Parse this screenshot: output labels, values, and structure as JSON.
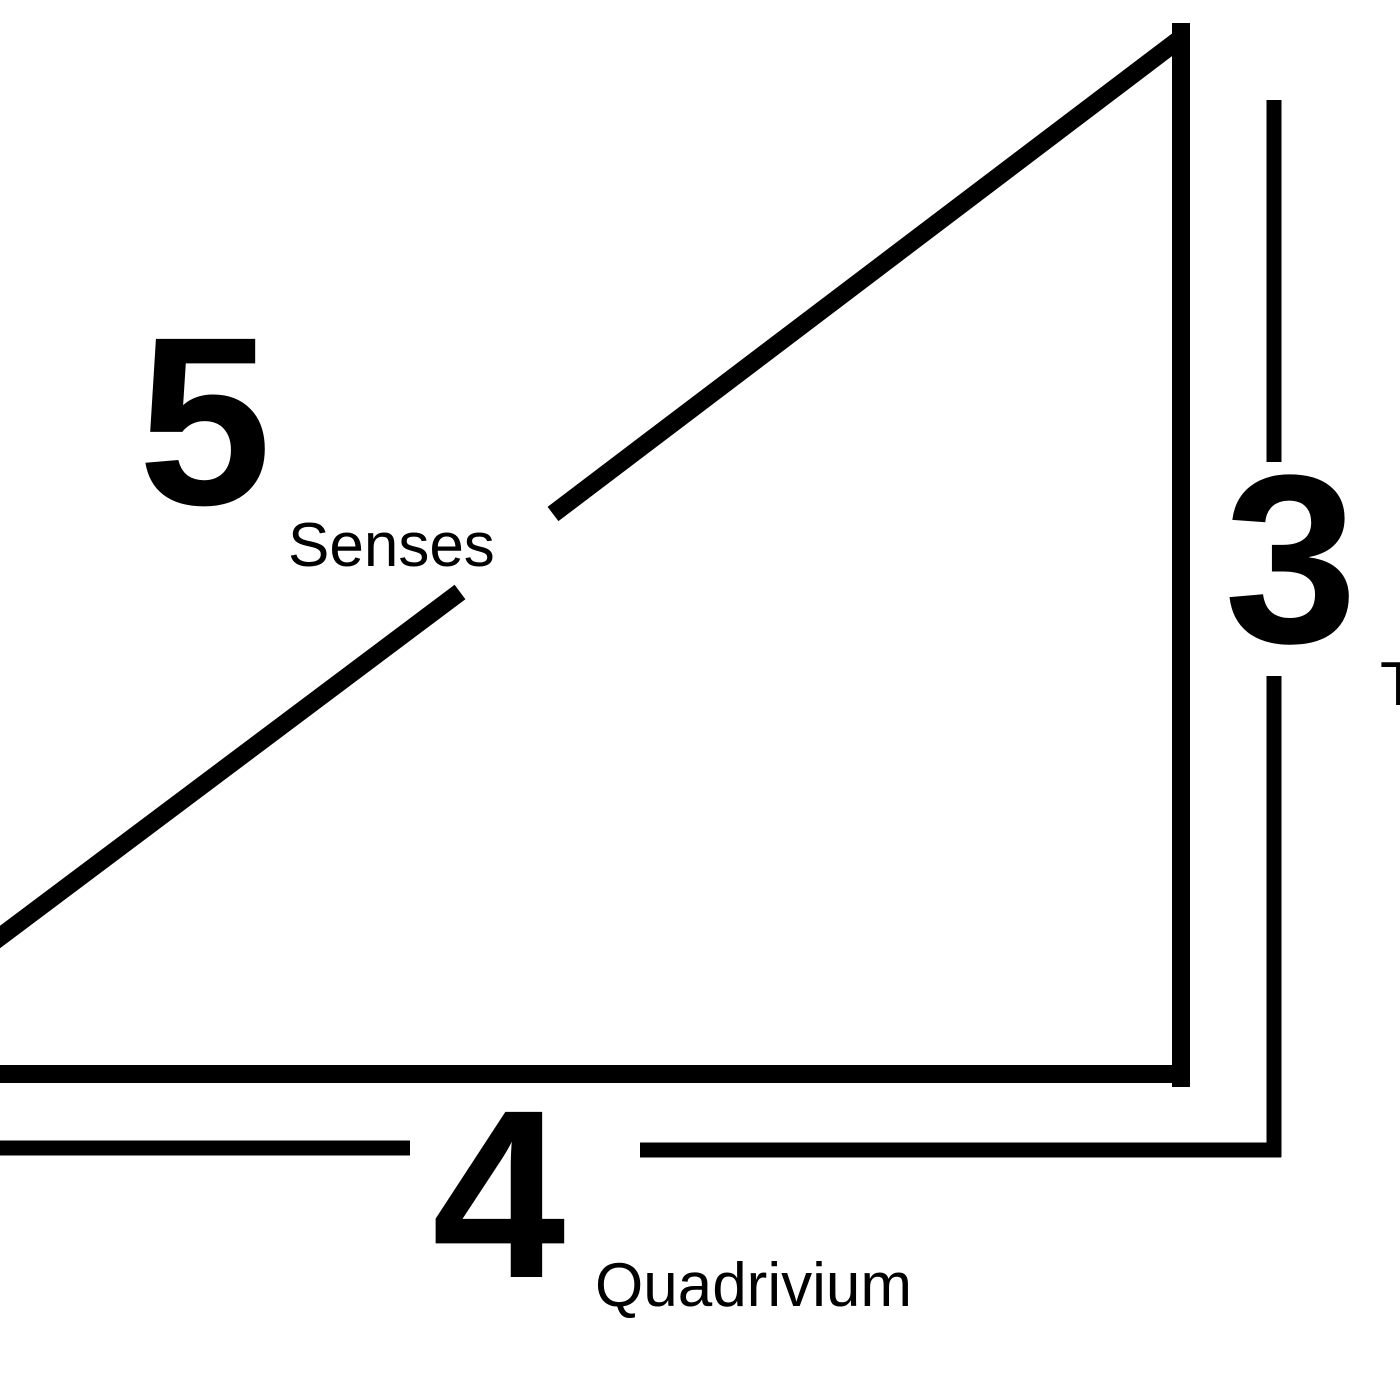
{
  "colors": {
    "ink": "#000000",
    "background": "#ffffff"
  },
  "sides": {
    "hypotenuse": {
      "number": "5",
      "label": "Senses"
    },
    "vertical": {
      "number": "3",
      "label": "T"
    },
    "horizontal": {
      "number": "4",
      "label": "Quadrivium"
    }
  }
}
